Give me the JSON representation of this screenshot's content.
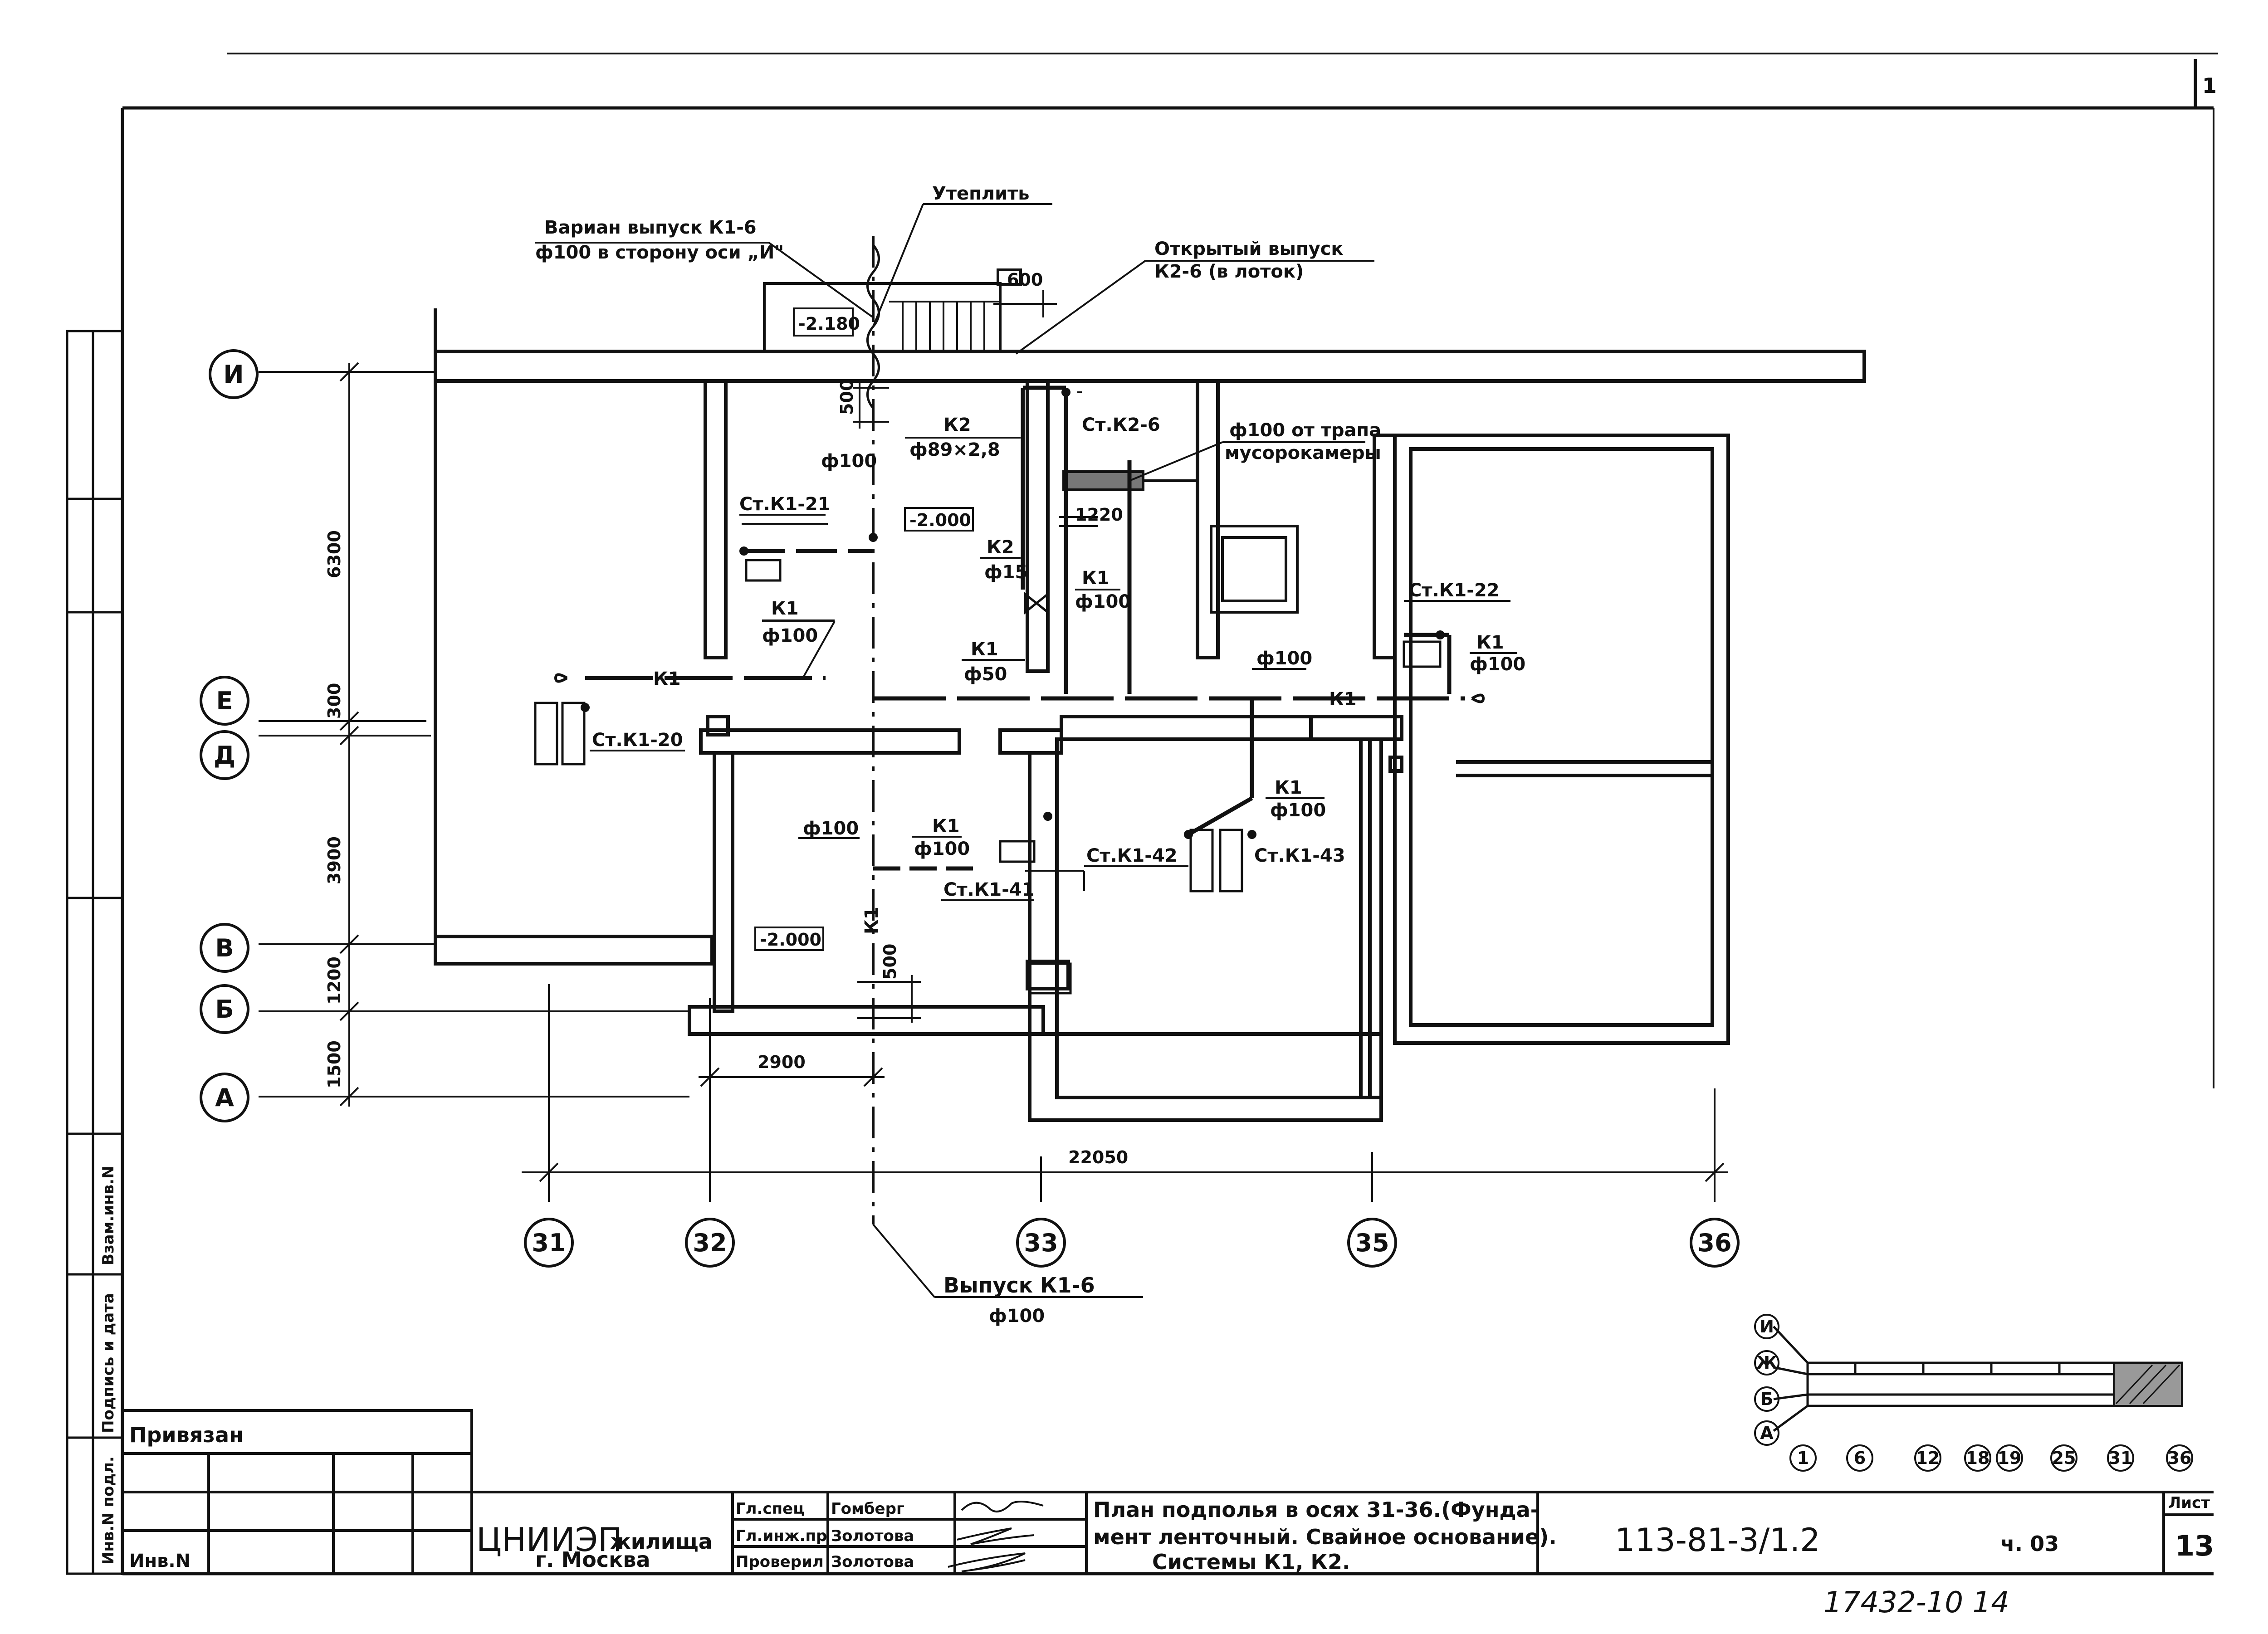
{
  "axes": {
    "rows": [
      "И",
      "Е",
      "Д",
      "В",
      "Б",
      "А"
    ],
    "cols": [
      "31",
      "32",
      "33",
      "35",
      "36"
    ]
  },
  "dimensions": {
    "v_6300": "6300",
    "v_300": "300",
    "v_3900": "3900",
    "v_1200": "1200",
    "v_1500": "1500",
    "h_2900": "2900",
    "h_22050": "22050",
    "d_600": "600",
    "d_500a": "500",
    "d_500b": "500",
    "d_1220": "1220"
  },
  "levels": {
    "l1": "-2.180",
    "l2": "-2.000",
    "l3": "-2.000"
  },
  "notes": {
    "variant_1": "Вариан выпуск К1-6",
    "variant_2": "ф100 в сторону оси „И\"",
    "insulate": "Утеплить",
    "open_out_1": "Открытый выпуск",
    "open_out_2": "К2-6 (в лоток)",
    "trap_1": "ф100 от трапа",
    "trap_2": "мусорокамеры",
    "outlet_1": "Выпуск К1-6",
    "outlet_2": "ф100"
  },
  "pipes": {
    "k2_a": "К2",
    "k2_a_d": "ф89×2,8",
    "k2_b": "К2",
    "k2_b_d": "ф15",
    "d100_top": "ф100",
    "k1_room": "К1",
    "k1_room_d": "ф100",
    "k1_mid": "К1",
    "k1_mid_d": "ф100",
    "k1_c": "К1",
    "k1_c_d": "ф50",
    "d100_c": "ф100",
    "k1_r": "К1",
    "k1_r_d": "ф100",
    "k1_line_l": "К1",
    "k1_line_r": "К1",
    "k1_vert": "К1",
    "d100_low": "ф100",
    "k1_low": "К1",
    "k1_low_d": "ф100",
    "k1_low2": "К1",
    "k1_low2_d": "ф100"
  },
  "stacks": {
    "s_k26": "Ст.К2-6",
    "s_k121": "Ст.К1-21",
    "s_k120": "Ст.К1-20",
    "s_k122": "Ст.К1-22",
    "s_k141": "Ст.К1-41",
    "s_k142": "Ст.К1-42",
    "s_k143": "Ст.К1-43"
  },
  "key_plan": {
    "rows": [
      "И",
      "Ж",
      "Б",
      "А"
    ],
    "cols": [
      "1",
      "6",
      "12",
      "18",
      "19",
      "25",
      "31",
      "36"
    ]
  },
  "title_block": {
    "bound": "Привязан",
    "inv": "Инв.N",
    "org_logo": "ЦНИИЭП",
    "org_word": "жилища",
    "city": "г. Москва",
    "role1": "Гл.спец",
    "name1": "Гомберг",
    "role2": "Гл.инж.пр",
    "name2": "Золотова",
    "role3": "Проверил",
    "name3": "Золотова",
    "title_line1": "План подполья в осях 31-36.(Фунда-",
    "title_line2": "мент ленточный. Свайное основание).",
    "title_line3": "Системы К1, К2.",
    "code": "113-81-3/1.2",
    "part": "ч. 03",
    "sheet_label": "Лист",
    "sheet_no": "13"
  },
  "stamp_column": {
    "c1": "Инв.N подл.",
    "c2": "Подпись и дата",
    "c3": "Взам.инв.N"
  },
  "corner_number": "1",
  "archive_number": "17432-10 14"
}
